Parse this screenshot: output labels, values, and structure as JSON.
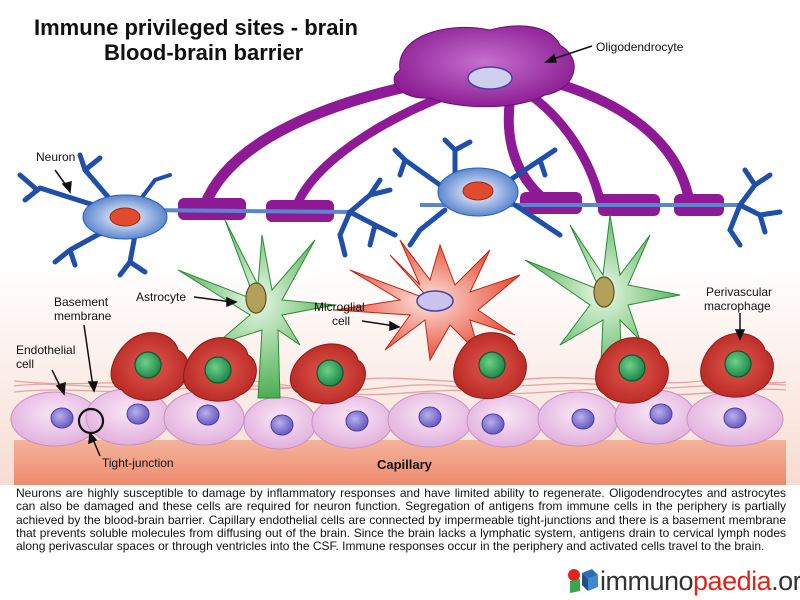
{
  "title": {
    "line1": "Immune privileged sites - brain",
    "line2": "Blood-brain barrier"
  },
  "labels": {
    "oligodendrocyte": "Oligodendrocyte",
    "neuron": "Neuron",
    "astrocyte": "Astrocyte",
    "basement_membrane_1": "Basement",
    "basement_membrane_2": "membrane",
    "microglial_1": "Microglial",
    "microglial_2": "cell",
    "perivascular_1": "Perivascular",
    "perivascular_2": "macrophage",
    "endothelial_1": "Endothelial",
    "endothelial_2": "cell",
    "tight_junction": "Tight-junction",
    "capillary": "Capillary"
  },
  "caption": "Neurons are highly susceptible to damage by inflammatory responses and have limited ability to regenerate. Oligodendrocytes and astrocytes can also be damaged and these cells are required for neuron function. Segregation of antigens from immune cells in the periphery is partially achieved by the blood-brain barrier. Capillary endothelial cells are connected by impermeable tight-junctions and there is a basement membrane that prevents soluble molecules from diffusing out of the brain. Since the brain lacks a lymphatic system, antigens drain to cervical lymph nodes along perivascular spaces or through ventricles into the CSF. Immune responses occur in the periphery and activated cells travel to the brain.",
  "logo": {
    "part1": "immuno",
    "part2": "paedia",
    "part3": ".org"
  },
  "colors": {
    "oligodendrocyte": "#8e1a96",
    "neuron": "#2a5fb8",
    "astrocyte": "#2fa33a",
    "microglia": "#e03218",
    "macrophage": "#c8302a",
    "endothelium": "#e6b7e2",
    "capillary": "#f09a7e"
  }
}
